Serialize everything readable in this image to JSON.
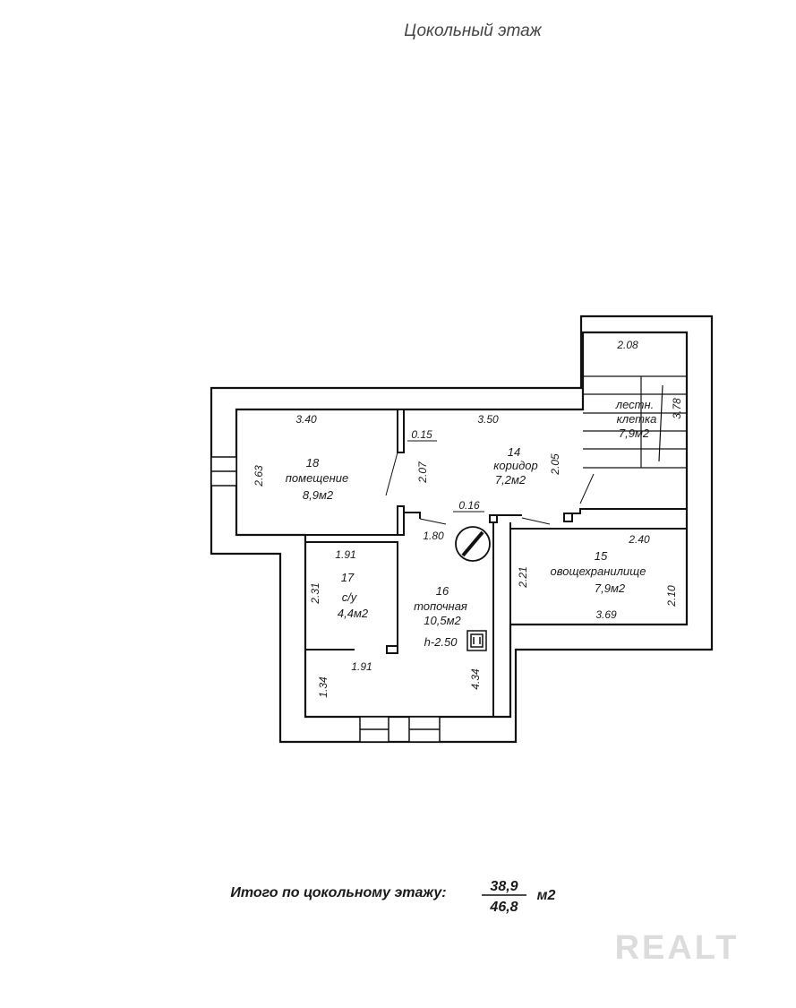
{
  "title": "Цокольный этаж",
  "rooms": [
    {
      "id": "18",
      "name": "помещение",
      "area": "8,9м2"
    },
    {
      "id": "14",
      "name": "коридор",
      "area": "7,2м2"
    },
    {
      "id": "15",
      "name": "овощехранилище",
      "area": "7,9м2"
    },
    {
      "id": "16",
      "name": "топочная",
      "area": "10,5м2"
    },
    {
      "id": "17",
      "name": "с/у",
      "area": "4,4м2"
    },
    {
      "id": "stair",
      "name_line1": "лестн.",
      "name_line2": "клетка",
      "area": "7,9м2"
    }
  ],
  "dimensions": {
    "stair_width": "2.08",
    "stair_length": "3.78",
    "room18_width": "3.40",
    "room18_depth": "2.63",
    "partition": "0.15",
    "corridor_width": "3.50",
    "corridor_depth_left": "2.07",
    "corridor_depth_right": "2.05",
    "partition2": "0.16",
    "room16_width_top": "1.80",
    "room15_width_top": "2.40",
    "room15_depth_left": "2.21",
    "room15_depth_right": "2.10",
    "room15_width_bottom": "3.69",
    "room17_width_top": "1.91",
    "room17_depth": "2.31",
    "room17_width_bottom": "1.91",
    "lower_depth": "1.34",
    "room16_depth": "4.34",
    "ceiling_height": "h-2.50"
  },
  "total": {
    "label": "Итого по цокольному этажу:",
    "numerator": "38,9",
    "denominator": "46,8",
    "unit": "м2"
  },
  "watermark": "REALT"
}
